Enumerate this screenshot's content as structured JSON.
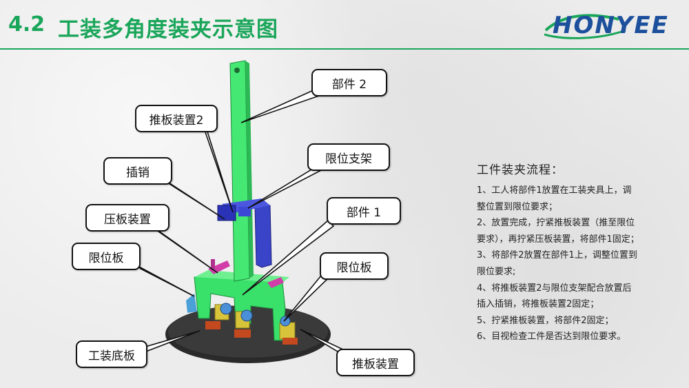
{
  "header": {
    "section_number": "4.2",
    "title": "工装多角度装夹示意图",
    "logo_text": "HONYEE",
    "accent_color": "#1aa65a",
    "logo_color": "#1c4f9c"
  },
  "callouts": {
    "part2": "部件 2",
    "push_device2": "推板装置2",
    "limit_bracket": "限位支架",
    "pin": "插销",
    "part1": "部件 1",
    "clamp_device": "压板装置",
    "limit_plate_left": "限位板",
    "limit_plate_right": "限位板",
    "base_plate": "工装底板",
    "push_device": "推板装置"
  },
  "process": {
    "title": "工件装夹流程：",
    "lines": [
      "1、工人将部件1放置在工装夹具上，调",
      "整位置到限位要求；",
      "2、放置完成，拧紧推板装置（推至限位",
      "要求），再拧紧压板装置，将部件1固定；",
      "3、将部件2放置在部件1上，调整位置到",
      "限位要求;",
      "4、将推板装置2与限位支架配合放置后",
      "插入插销，将推板装置2固定；",
      "5、拧紧推板装置，将部件2固定；",
      "6、目视检查工件是否达到限位要求。"
    ]
  }
}
